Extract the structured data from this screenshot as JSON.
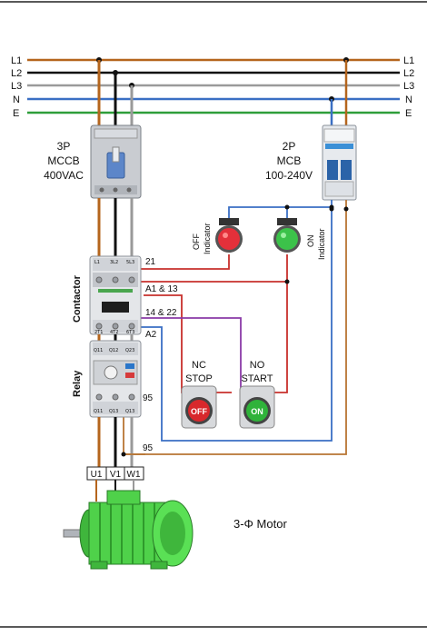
{
  "colors": {
    "L1": "#b5651d",
    "L2": "#111111",
    "L3": "#9a9a9a",
    "N": "#3a6fc4",
    "E": "#2e9e3a",
    "red_wire": "#c8302c",
    "purple_wire": "#8a3aa8",
    "brown_wire": "#b87533",
    "motor": "#4fd14a"
  },
  "lines": [
    {
      "left": "L1",
      "right": "L1"
    },
    {
      "left": "L2",
      "right": "L2"
    },
    {
      "left": "L3",
      "right": "L3"
    },
    {
      "left": "N",
      "right": "N"
    },
    {
      "left": "E",
      "right": "E"
    }
  ],
  "mccb": {
    "line1": "3P",
    "line2": "MCCB",
    "line3": "400VAC"
  },
  "mcb": {
    "line1": "2P",
    "line2": "MCB",
    "line3": "100-240V"
  },
  "indicators": {
    "off": {
      "line1": "OFF",
      "line2": "Indicator"
    },
    "on": {
      "line1": "ON",
      "line2": "Indicator"
    }
  },
  "contactor": {
    "label": "Contactor",
    "top_terminals": [
      "L1",
      "3L2",
      "5L3"
    ],
    "bottom_terminals": [
      "2T1",
      "4T2",
      "6T3"
    ],
    "callouts": [
      "21",
      "A1 & 13",
      "14 & 22",
      "A2"
    ]
  },
  "relay": {
    "label": "Relay",
    "top_terminals": [
      "Q11",
      "Q12",
      "Q23"
    ],
    "bottom_terminals": [
      "Q11",
      "Q13",
      "Q13"
    ],
    "callout": "95"
  },
  "buttons": {
    "stop": {
      "line1": "NC",
      "line2": "STOP",
      "face": "OFF"
    },
    "start": {
      "line1": "NO",
      "line2": "START",
      "face": "ON"
    }
  },
  "motor": {
    "label": "3-Φ Motor",
    "terminals": [
      "U1",
      "V1",
      "W1"
    ],
    "callout": "95"
  }
}
